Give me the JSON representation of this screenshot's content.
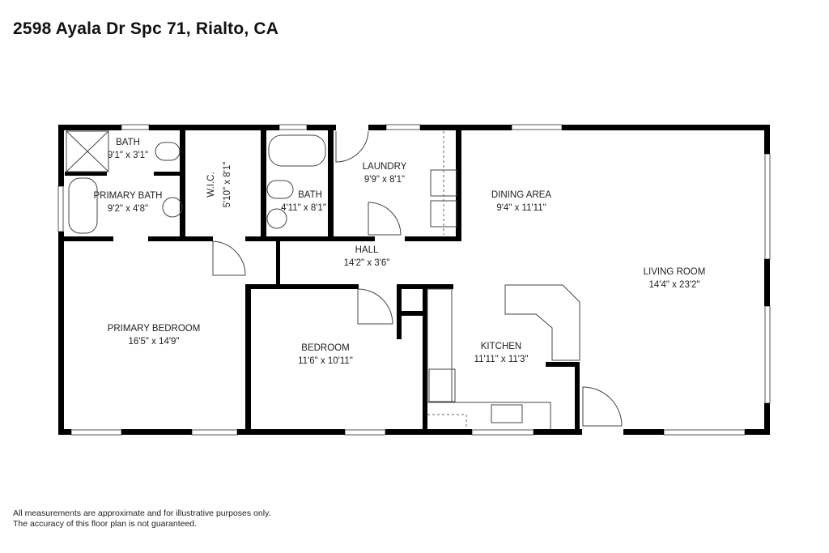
{
  "title": "2598 Ayala Dr Spc 71, Rialto, CA",
  "rooms": [
    {
      "name": "BATH",
      "size": "9'1\" x 3'1\""
    },
    {
      "name": "PRIMARY BATH",
      "size": "9'2\" x 4'8\""
    },
    {
      "name": "W.I.C.",
      "size": "5'10\" x 8'1\""
    },
    {
      "name": "BATH",
      "size": "4'11\" x 8'1\""
    },
    {
      "name": "LAUNDRY",
      "size": "9'9\" x 8'1\""
    },
    {
      "name": "DINING AREA",
      "size": "9'4\" x 11'11\""
    },
    {
      "name": "HALL",
      "size": "14'2\" x 3'6\""
    },
    {
      "name": "LIVING ROOM",
      "size": "14'4\" x 23'2\""
    },
    {
      "name": "PRIMARY BEDROOM",
      "size": "16'5\" x 14'9\""
    },
    {
      "name": "BEDROOM",
      "size": "11'6\" x 10'11\""
    },
    {
      "name": "KITCHEN",
      "size": "11'11\" x 11'3\""
    }
  ],
  "disclaimer": {
    "line1": "All measurements are approximate and for illustrative purposes only.",
    "line2": "The accuracy of this floor plan is not guaranteed."
  }
}
